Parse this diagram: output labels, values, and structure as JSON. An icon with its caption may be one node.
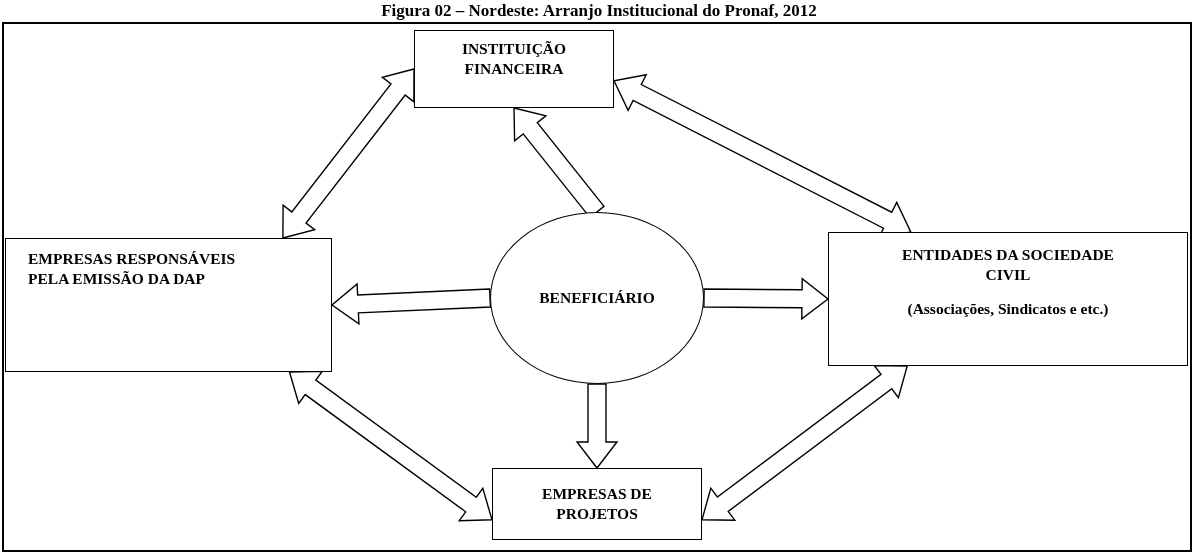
{
  "diagram": {
    "title": "Figura 02 – Nordeste: Arranjo Institucional do Pronaf, 2012",
    "nodes": [
      {
        "text": [
          "INSTITUIÇÃO FINANCEIRA"
        ]
      },
      {
        "text": [
          "EMPRESAS RESPONSÁVEIS PELA EMISSÃO DA DAP"
        ]
      },
      {
        "text": [
          "BENEFICIÁRIO"
        ]
      },
      {
        "text": [
          "ENTIDADES DA SOCIEDADE CIVIL",
          "(Associações, Sindicatos e etc.)"
        ]
      },
      {
        "text": [
          "EMPRESAS DE PROJETOS"
        ]
      }
    ],
    "edges": [
      {
        "from": 2,
        "to": 0,
        "arrow": "to"
      },
      {
        "from": 2,
        "to": 1,
        "arrow": "to"
      },
      {
        "from": 2,
        "to": 3,
        "arrow": "to"
      },
      {
        "from": 2,
        "to": 4,
        "arrow": "to"
      },
      {
        "from": 1,
        "to": 0,
        "arrow": "both"
      },
      {
        "from": 0,
        "to": 3,
        "arrow": "both"
      },
      {
        "from": 1,
        "to": 4,
        "arrow": "both"
      },
      {
        "from": 3,
        "to": 4,
        "arrow": "both"
      }
    ]
  }
}
